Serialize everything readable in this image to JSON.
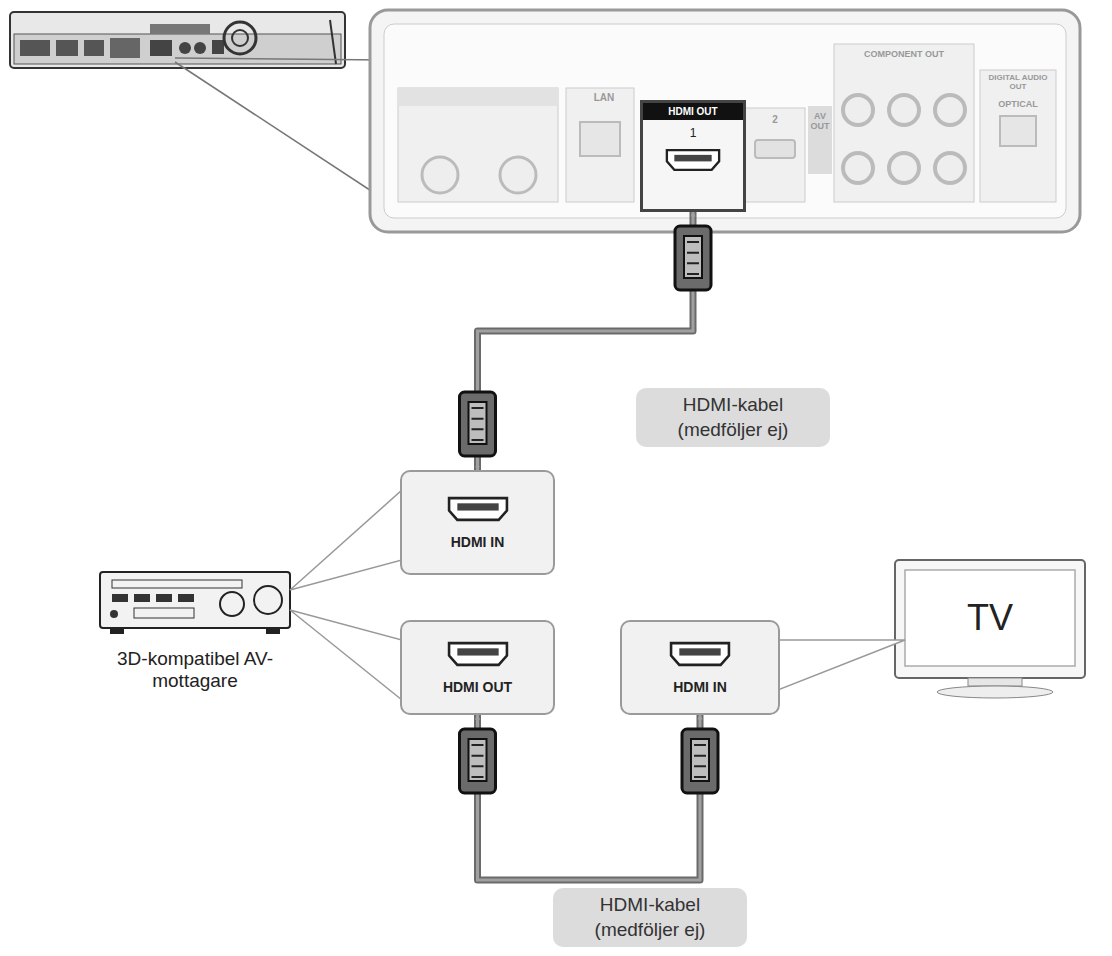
{
  "diagram": {
    "nodes": [
      {
        "text": [
          "HDMI OUT",
          "1"
        ]
      },
      {
        "text": [
          "HDMI IN"
        ]
      },
      {
        "text": [
          "TV"
        ]
      },
      {
        "text": [
          "HDMI OUT"
        ]
      },
      {
        "text": [
          "HDMI IN"
        ]
      }
    ],
    "edges": [
      {
        "from": 0,
        "to": 1,
        "arrow": "both",
        "label": "HDMI-kabel (medföljer ej)"
      },
      {
        "from": 3,
        "to": 4,
        "arrow": "both",
        "label": "HDMI-kabel (medföljer ej)"
      }
    ],
    "labels": [
      "3D-kompatibel AV-mottagare",
      "LAN",
      "2",
      "AV OUT",
      "COMPONENT OUT",
      "DIGITAL AUDIO OUT",
      "OPTICAL"
    ]
  }
}
